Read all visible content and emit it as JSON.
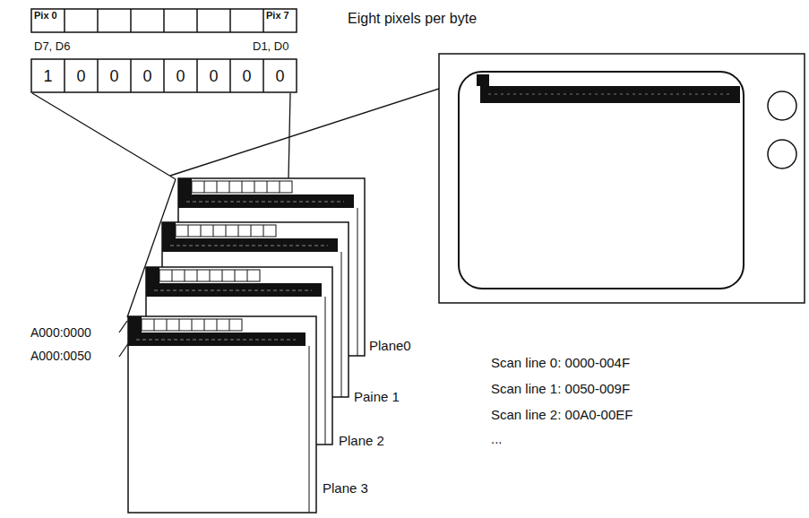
{
  "diagram": {
    "title": "Eight pixels per byte",
    "nodes": [
      {
        "text": [
          "Plane0"
        ]
      },
      {
        "text": [
          "Paine 1"
        ]
      },
      {
        "text": [
          "Plane 2"
        ]
      },
      {
        "text": [
          "Plane 3"
        ]
      }
    ],
    "labels": [
      "Pix 0",
      "Pix 7",
      "D7, D6",
      "D1, D0",
      "1",
      "0",
      "0",
      "0",
      "0",
      "0",
      "0",
      "0",
      "A000:0000",
      "A000:0050",
      "Scan line 0: 0000-004F",
      "Scan line 1: 0050-009F",
      "Scan line 2: 00A0-00EF",
      "..."
    ]
  }
}
